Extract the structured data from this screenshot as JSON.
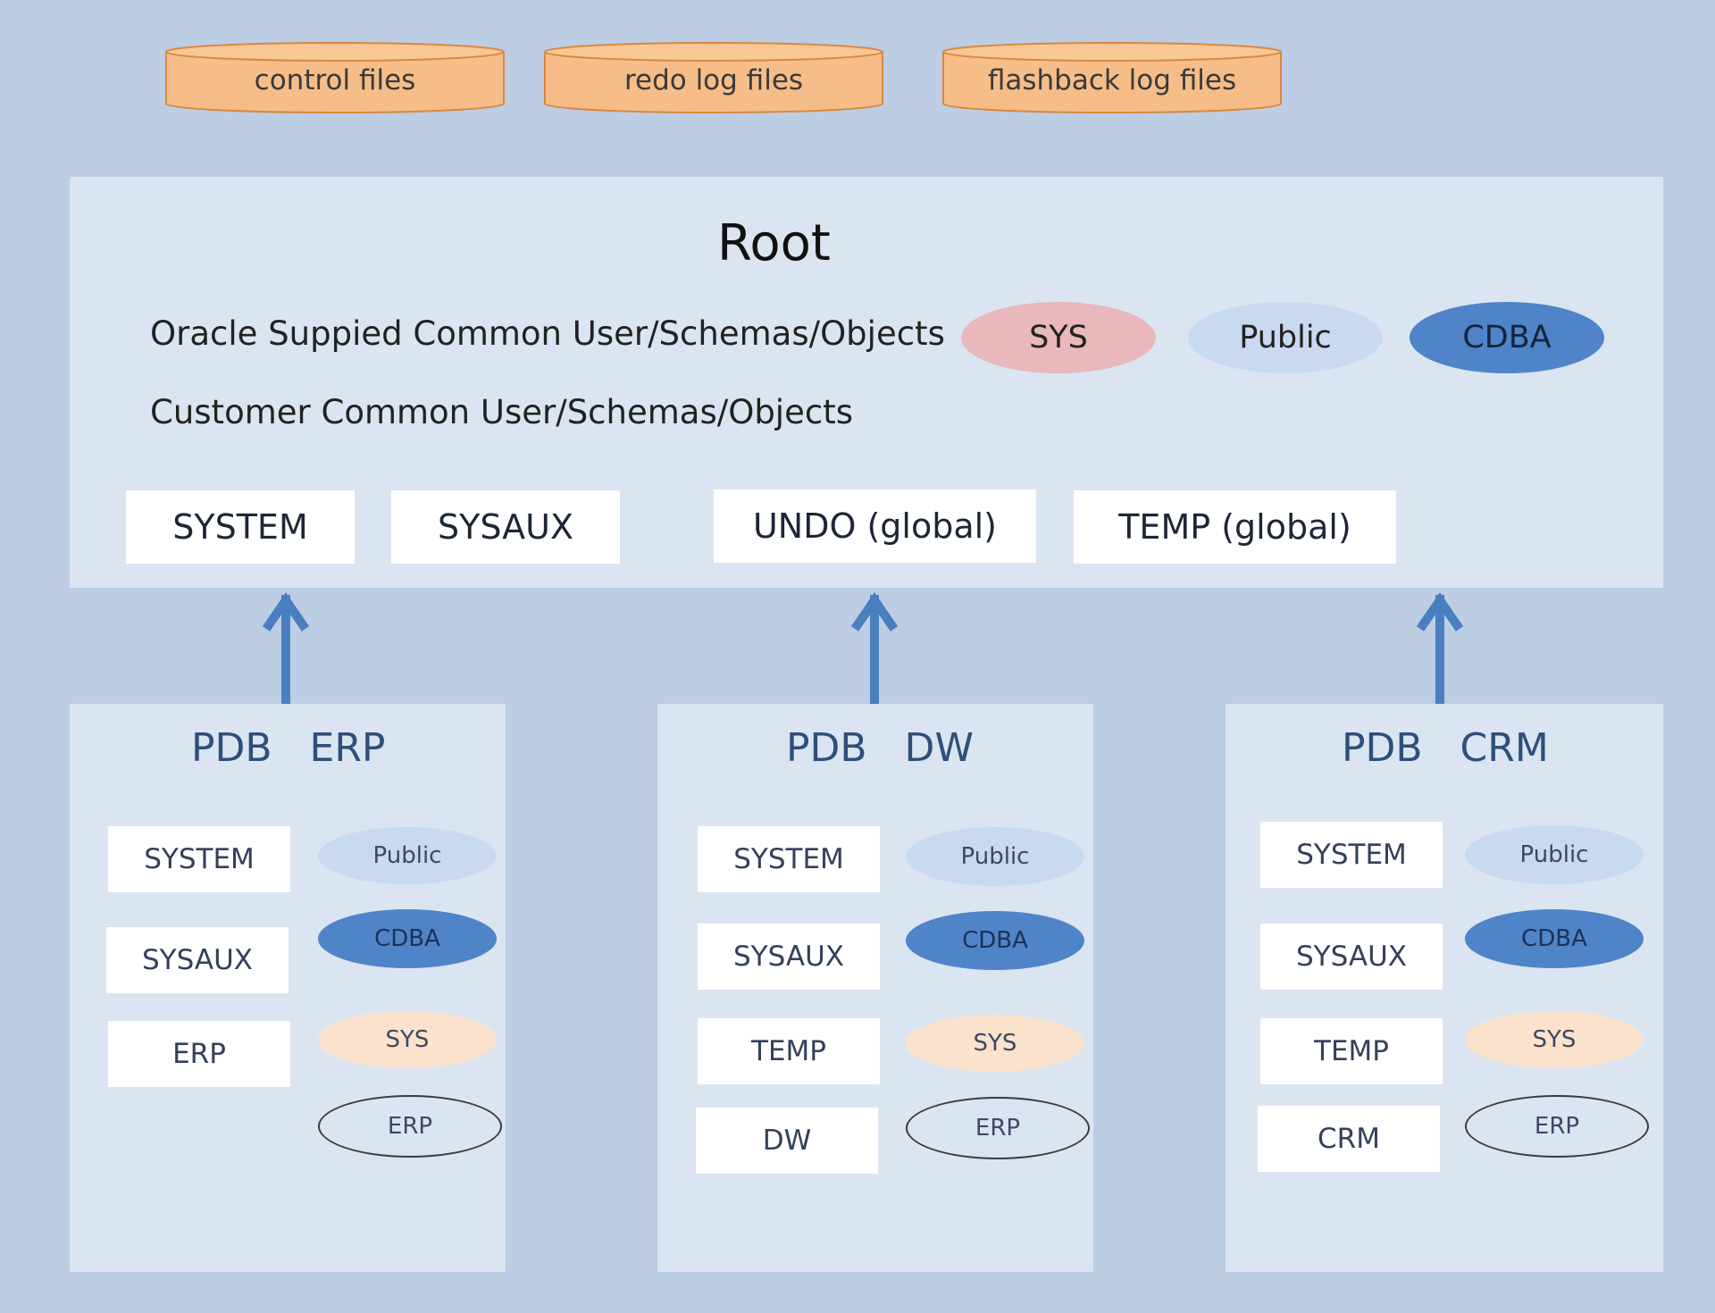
{
  "colors": {
    "background": "#bccde4",
    "panel": "#dbe5f1",
    "cylinder_fill": "#f6bd88",
    "cylinder_stroke": "#d9883f",
    "sys_root": "#e8b8bc",
    "public": "#c9daf0",
    "cdba": "#4f84c8",
    "sys_pdb": "#fbe2cc",
    "arrow": "#4a7fbf"
  },
  "files": [
    {
      "label": "control files"
    },
    {
      "label": "redo log files"
    },
    {
      "label": "flashback log files"
    }
  ],
  "root": {
    "title": "Root",
    "oracle_line": "Oracle Suppied Common User/Schemas/Objects",
    "customer_line": "Customer Common User/Schemas/Objects",
    "users": [
      "SYS",
      "Public",
      "CDBA"
    ],
    "tablespaces": [
      "SYSTEM",
      "SYSAUX",
      "UNDO (global)",
      "TEMP (global)"
    ]
  },
  "pdbs": [
    {
      "title": "PDB   ERP",
      "tablespaces": [
        "SYSTEM",
        "SYSAUX",
        "ERP"
      ],
      "users": [
        "Public",
        "CDBA",
        "SYS",
        "ERP"
      ]
    },
    {
      "title": "PDB   DW",
      "tablespaces": [
        "SYSTEM",
        "SYSAUX",
        "TEMP",
        "DW"
      ],
      "users": [
        "Public",
        "CDBA",
        "SYS",
        "ERP"
      ]
    },
    {
      "title": "PDB   CRM",
      "tablespaces": [
        "SYSTEM",
        "SYSAUX",
        "TEMP",
        "CRM"
      ],
      "users": [
        "Public",
        "CDBA",
        "SYS",
        "ERP"
      ]
    }
  ]
}
